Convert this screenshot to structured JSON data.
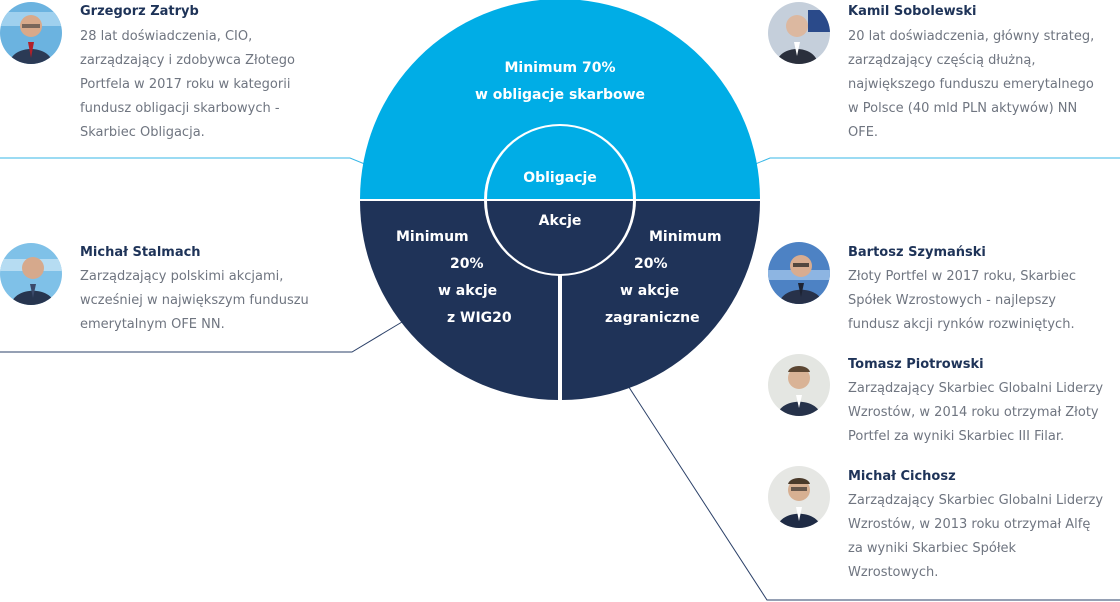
{
  "colors": {
    "bonds": "#00ade6",
    "equity": "#1f3358",
    "line_light": "#37b7e7",
    "line_dark": "#2b4068",
    "name": "#1e3358",
    "text": "#6f7580"
  },
  "diagram": {
    "bonds_label": [
      "Minimum 70%",
      "w obligacje skarbowe"
    ],
    "inner_bonds": "Obligacje",
    "inner_equity": "Akcje",
    "wig20_label": [
      "Minimum",
      "20%",
      "w akcje",
      "z WIG20"
    ],
    "foreign_label": [
      "Minimum",
      "20%",
      "w akcje",
      "zagraniczne"
    ]
  },
  "people": [
    {
      "name": "Grzegorz Zatryb",
      "description": [
        "28 lat doświadczenia, CIO,",
        "zarządzający i zdobywca Złotego",
        "Portfela w 2017 roku w kategorii",
        "fundusz obligacji skarbowych -",
        "Skarbiec Obligacja."
      ],
      "photo_icon": "portrait-grzegorz-zatryb"
    },
    {
      "name": "Kamil Sobolewski",
      "description": [
        "20 lat doświadczenia, główny strateg,",
        "zarządzający częścią dłużną,",
        "największego funduszu emerytalnego",
        "w Polsce (40 mld PLN aktywów) NN",
        "OFE."
      ],
      "photo_icon": "portrait-kamil-sobolewski"
    },
    {
      "name": "Michał Stalmach",
      "description": [
        "Zarządzający polskimi akcjami,",
        "wcześniej w największym funduszu",
        "emerytalnym OFE NN."
      ],
      "photo_icon": "portrait-michal-stalmach"
    },
    {
      "name": "Bartosz Szymański",
      "description": [
        "Złoty Portfel w 2017 roku, Skarbiec",
        "Spółek Wzrostowych - najlepszy",
        "fundusz akcji rynków rozwiniętych."
      ],
      "photo_icon": "portrait-bartosz-szymanski"
    },
    {
      "name": "Tomasz Piotrowski",
      "description": [
        "Zarządzający Skarbiec Globalni Liderzy",
        "Wzrostów, w 2014 roku otrzymał Złoty",
        "Portfel za wyniki Skarbiec III Filar."
      ],
      "photo_icon": "portrait-tomasz-piotrowski"
    },
    {
      "name": "Michał Cichosz",
      "description": [
        "Zarządzający Skarbiec Globalni Liderzy",
        "Wzrostów, w 2013 roku otrzymał Alfę",
        "za wyniki Skarbiec Spółek",
        "Wzrostowych."
      ],
      "photo_icon": "portrait-michal-cichosz"
    }
  ]
}
